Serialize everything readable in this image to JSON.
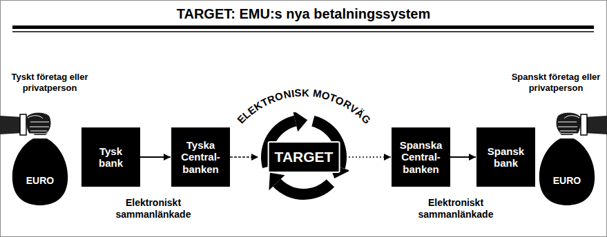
{
  "diagram": {
    "title": "TARGET: EMU:s nya betalningssystem",
    "nodes": [
      {
        "text": [
          "Tyskt företag eller privatperson",
          "EURO"
        ]
      },
      {
        "text": [
          "Tysk bank"
        ]
      },
      {
        "text": [
          "Tyska Central- banken"
        ]
      },
      {
        "text": [
          "ELEKTRONISK MOTORVÄG",
          "TARGET"
        ]
      },
      {
        "text": [
          "Spanska Central- banken"
        ]
      },
      {
        "text": [
          "Spansk bank"
        ]
      },
      {
        "text": [
          "Spanskt företag eller privatperson",
          "EURO"
        ]
      }
    ],
    "edges": [
      {
        "from": 1,
        "to": 2,
        "arrow": "to"
      },
      {
        "from": 2,
        "to": 3,
        "arrow": "to"
      },
      {
        "from": 3,
        "to": 4,
        "arrow": "to"
      },
      {
        "from": 4,
        "to": 5,
        "arrow": "to"
      }
    ],
    "labels": [
      "Elektroniskt sammanlänkade",
      "Elektroniskt sammanlänkade"
    ]
  }
}
